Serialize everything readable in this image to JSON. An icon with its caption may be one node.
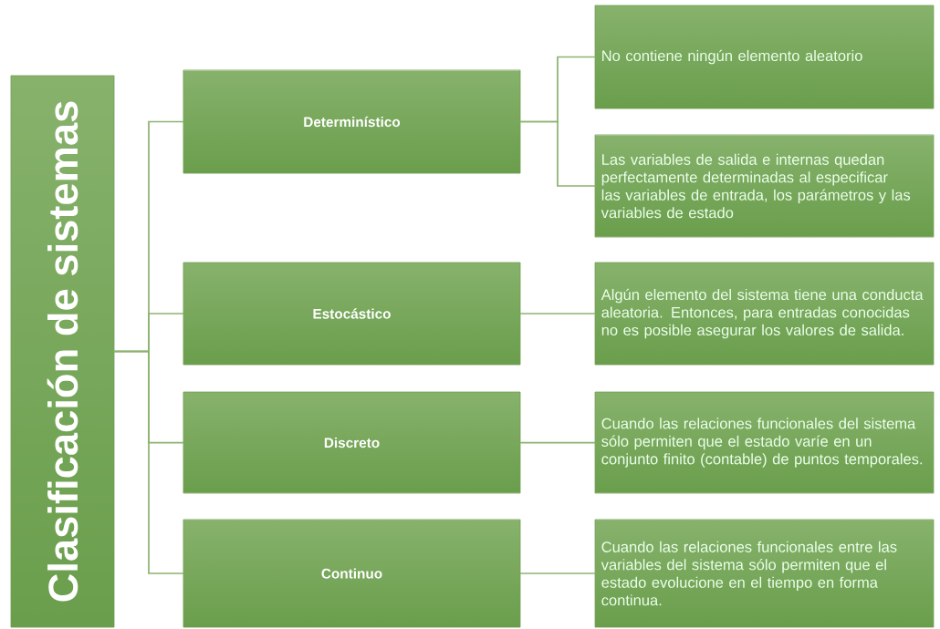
{
  "diagram": {
    "nodes": [
      {
        "text": [
          "Clasificación de sistemas"
        ]
      },
      {
        "text": [
          "Determinístico"
        ]
      },
      {
        "text": [
          "No contiene ningún elemento aleatorio"
        ]
      },
      {
        "text": [
          "Las variables de salida e internas quedan perfectamente determinadas al especificar las variables de entrada, los parámetros y las variables de estado"
        ]
      },
      {
        "text": [
          "Estocástico"
        ]
      },
      {
        "text": [
          "Algún elemento del sistema tiene una conducta aleatoria. Entonces, para entradas conocidas no es posible asegurar los valores de salida."
        ]
      },
      {
        "text": [
          "Discreto"
        ]
      },
      {
        "text": [
          "Cuando las relaciones funcionales del sistema sólo permiten que el estado varíe en un conjunto finito (contable) de puntos temporales."
        ]
      },
      {
        "text": [
          "Continuo"
        ]
      },
      {
        "text": [
          "Cuando las relaciones funcionales entre las variables del sistema sólo permiten que el estado evolucione en el tiempo en forma continua."
        ]
      }
    ],
    "edges": [
      {
        "from": 0,
        "to": 1,
        "arrow": "none"
      },
      {
        "from": 0,
        "to": 4,
        "arrow": "none"
      },
      {
        "from": 0,
        "to": 6,
        "arrow": "none"
      },
      {
        "from": 0,
        "to": 8,
        "arrow": "none"
      },
      {
        "from": 1,
        "to": 2,
        "arrow": "none"
      },
      {
        "from": 1,
        "to": 3,
        "arrow": "none"
      },
      {
        "from": 4,
        "to": 5,
        "arrow": "none"
      },
      {
        "from": 6,
        "to": 7,
        "arrow": "none"
      },
      {
        "from": 8,
        "to": 9,
        "arrow": "none"
      }
    ]
  }
}
